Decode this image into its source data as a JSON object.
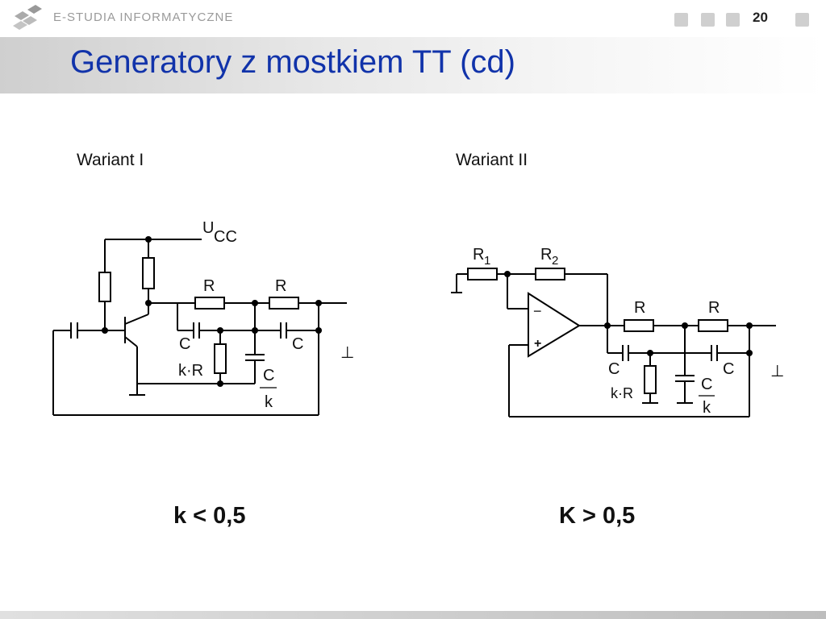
{
  "header": {
    "brand": "E-STUDIA INFORMATYCZNE",
    "page_number": "20"
  },
  "slide": {
    "title": "Generatory z mostkiem TT (cd)"
  },
  "variant1": {
    "label": "Wariant I",
    "condition": "k < 0,5",
    "supply": "U",
    "supply_sub": "CC",
    "r_label": "R",
    "c_label": "C",
    "kr_label": "k·R",
    "ck_num": "C",
    "ck_den": "k",
    "ground": "⊥"
  },
  "variant2": {
    "label": "Wariant II",
    "condition": "K > 0,5",
    "r1": "R",
    "r1_sub": "1",
    "r2": "R",
    "r2_sub": "2",
    "r_label": "R",
    "c_label": "C",
    "kr_label": "k·R",
    "ck_num": "C",
    "ck_den": "k",
    "minus": "−",
    "plus": "+",
    "ground": "⊥"
  }
}
